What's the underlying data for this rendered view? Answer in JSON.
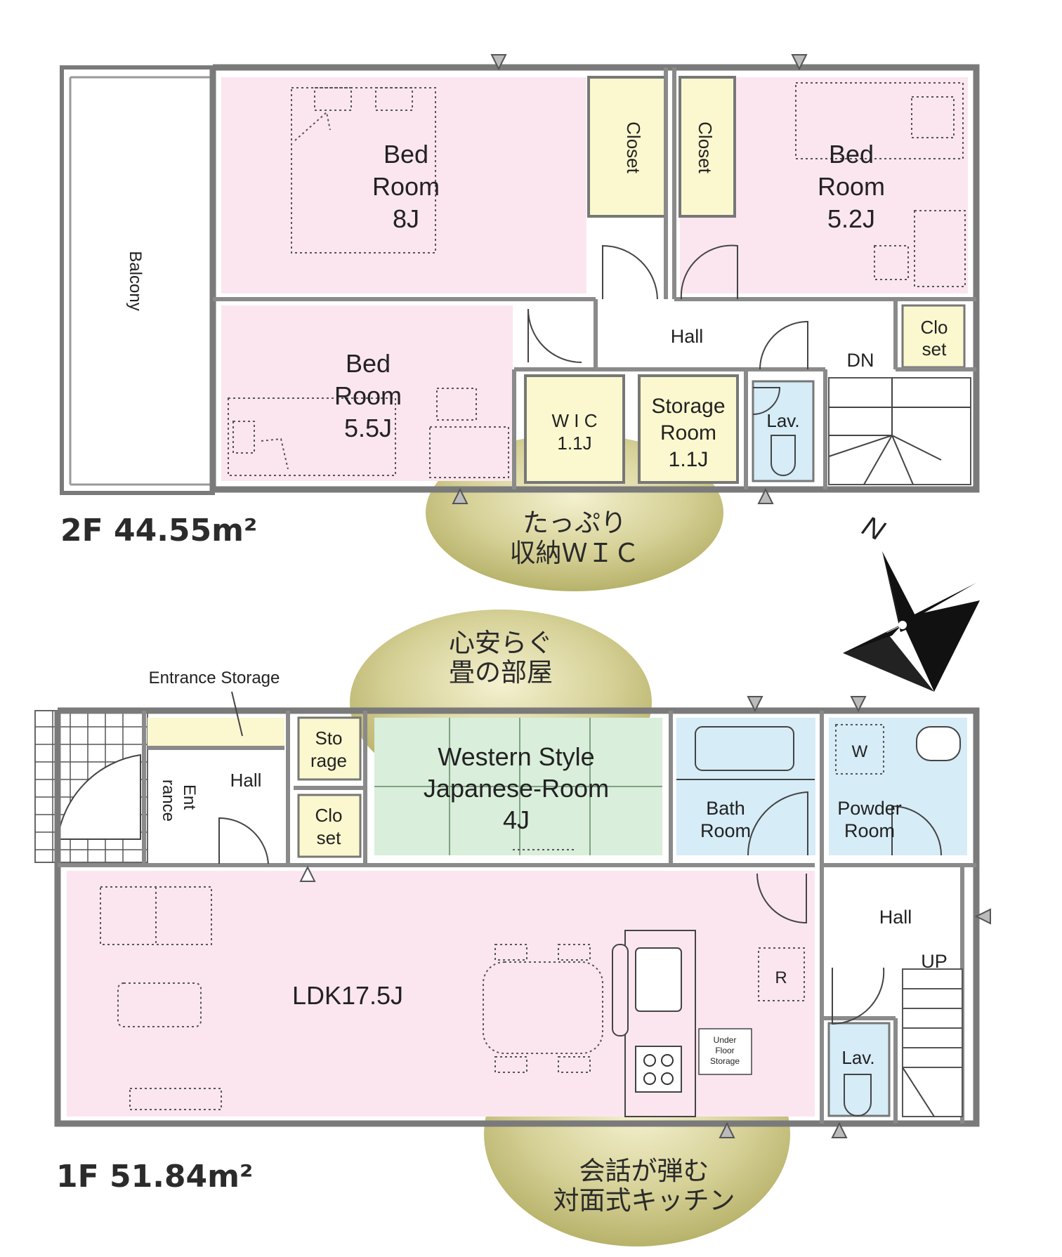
{
  "floor2": {
    "area_label": "2F 44.55m²",
    "rooms": {
      "bed_8": [
        "Bed",
        "Room",
        "8J"
      ],
      "bed_52": [
        "Bed",
        "Room",
        "5.2J"
      ],
      "bed_55": [
        "Bed",
        "Room",
        "5.5J"
      ],
      "closet_a": "Closet",
      "closet_b": "Closet",
      "balcony": "Balcony",
      "hall": "Hall",
      "dn": "DN",
      "closet_small": [
        "Clo",
        "set"
      ],
      "wic": [
        "W I C",
        "1.1J"
      ],
      "storage": [
        "Storage",
        "Room",
        "1.1J"
      ],
      "lav": "Lav."
    },
    "callout": [
      "たっぷり",
      "収納ＷＩＣ"
    ]
  },
  "floor1": {
    "area_label": "1F 51.84m²",
    "rooms": {
      "entrance_storage": "Entrance Storage",
      "entrance": [
        "Ent",
        "rance"
      ],
      "hall_left": "Hall",
      "storage": [
        "Sto",
        "rage"
      ],
      "closet": [
        "Clo",
        "set"
      ],
      "japanese_room": [
        "Western Style",
        "Japanese-Room",
        "4J"
      ],
      "bath": [
        "Bath",
        "Room"
      ],
      "powder": [
        "Powder",
        "Room"
      ],
      "washer": "W",
      "hall_right": "Hall",
      "up": "UP",
      "ldk": "LDK17.5J",
      "fridge": "R",
      "under_floor": [
        "Under",
        "Floor",
        "Storage"
      ],
      "lav": "Lav."
    },
    "callout_top": [
      "心安らぐ",
      "畳の部屋"
    ],
    "callout_bottom": [
      "会話が弾む",
      "対面式キッチン"
    ]
  },
  "compass": "N",
  "colors": {
    "bedroom": "#fbe6f0",
    "closet": "#fbf8cf",
    "wet": "#d6ecf7",
    "tatami": "#d9eedb",
    "wall": "#7a7a7a",
    "callout": "#c9c47a"
  }
}
